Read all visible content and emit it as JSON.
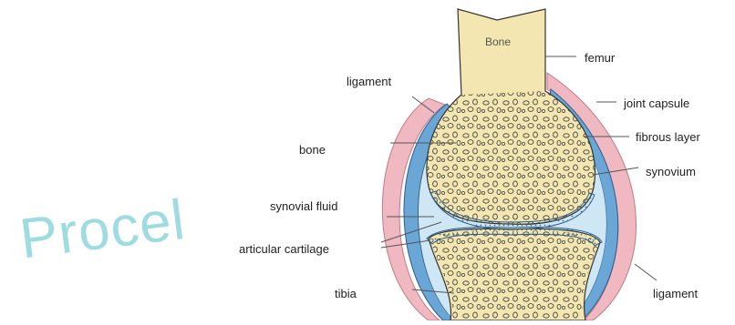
{
  "diagram": {
    "bone_text": "Bone",
    "labels": {
      "femur": "femur",
      "ligament_top": "ligament",
      "joint_capsule": "joint capsule",
      "fibrous_layer": "fibrous layer",
      "bone": "bone",
      "synovium": "synovium",
      "synovial_fluid": "synovial fluid",
      "articular_cartilage": "articular cartilage",
      "tibia": "tibia",
      "ligament_bottom": "ligament"
    },
    "colors": {
      "bone_fill": "#f3e6b0",
      "bone_outline": "#333333",
      "ligament": "#f0b8c0",
      "capsule": "#6aa6d6",
      "synovial_fluid": "#cfe6f4",
      "cartilage": "#9cc6e8"
    }
  },
  "watermark": "Procel"
}
